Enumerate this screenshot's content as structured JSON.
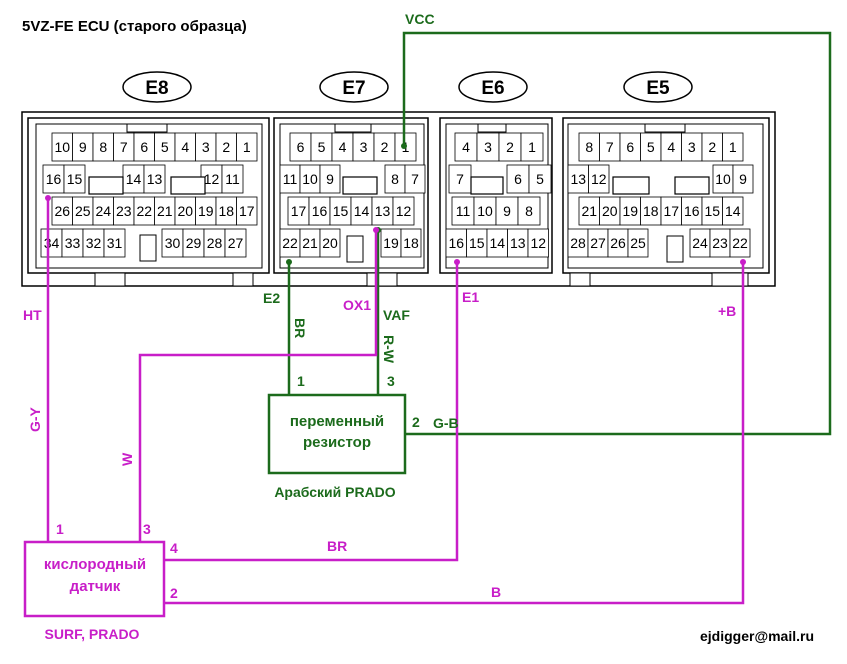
{
  "title": "5VZ-FE ECU (старого образца)",
  "footer_email": "ejdigger@mail.ru",
  "colors": {
    "green": "#1c6b1c",
    "magenta": "#c81ec8",
    "black": "#000000"
  },
  "connectors": {
    "E8": {
      "label": "E8",
      "rows": [
        [
          "10",
          "9",
          "8",
          "7",
          "6",
          "5",
          "4",
          "3",
          "2",
          "1"
        ],
        [
          "16",
          "15",
          "14",
          "13",
          "12",
          "11"
        ],
        [
          "26",
          "25",
          "24",
          "23",
          "22",
          "21",
          "20",
          "19",
          "18",
          "17"
        ],
        [
          "34",
          "33",
          "32",
          "31",
          "30",
          "29",
          "28",
          "27"
        ]
      ]
    },
    "E7": {
      "label": "E7",
      "rows": [
        [
          "6",
          "5",
          "4",
          "3",
          "2",
          "1"
        ],
        [
          "11",
          "10",
          "9",
          "8",
          "7"
        ],
        [
          "17",
          "16",
          "15",
          "14",
          "13",
          "12"
        ],
        [
          "22",
          "21",
          "20",
          "19",
          "18"
        ]
      ]
    },
    "E6": {
      "label": "E6",
      "rows": [
        [
          "4",
          "3",
          "2",
          "1"
        ],
        [
          "7",
          "6",
          "5"
        ],
        [
          "11",
          "10",
          "9",
          "8"
        ],
        [
          "16",
          "15",
          "14",
          "13",
          "12"
        ]
      ]
    },
    "E5": {
      "label": "E5",
      "rows": [
        [
          "8",
          "7",
          "6",
          "5",
          "4",
          "3",
          "2",
          "1"
        ],
        [
          "13",
          "12",
          "10",
          "9"
        ],
        [
          "21",
          "20",
          "19",
          "18",
          "17",
          "16",
          "15",
          "14"
        ],
        [
          "28",
          "27",
          "26",
          "25",
          "24",
          "23",
          "22"
        ]
      ]
    }
  },
  "signals": {
    "vcc": "VCC",
    "e2": "E2",
    "ox1": "OX1",
    "vaf": "VAF",
    "e1": "E1",
    "ht": "HT",
    "plus_b": "+B"
  },
  "wires": {
    "br_green": "BR",
    "rw": "R-W",
    "gb": "G-B",
    "gy": "G-Y",
    "w": "W",
    "br_mag": "BR",
    "b": "B"
  },
  "resistor": {
    "line1": "переменный",
    "line2": "резистор",
    "caption": "Арабский PRADO",
    "pin1": "1",
    "pin2": "2",
    "pin3": "3"
  },
  "sensor": {
    "line1": "кислородный",
    "line2": "датчик",
    "caption": "SURF, PRADO",
    "pin1": "1",
    "pin2": "2",
    "pin3": "3",
    "pin4": "4"
  }
}
